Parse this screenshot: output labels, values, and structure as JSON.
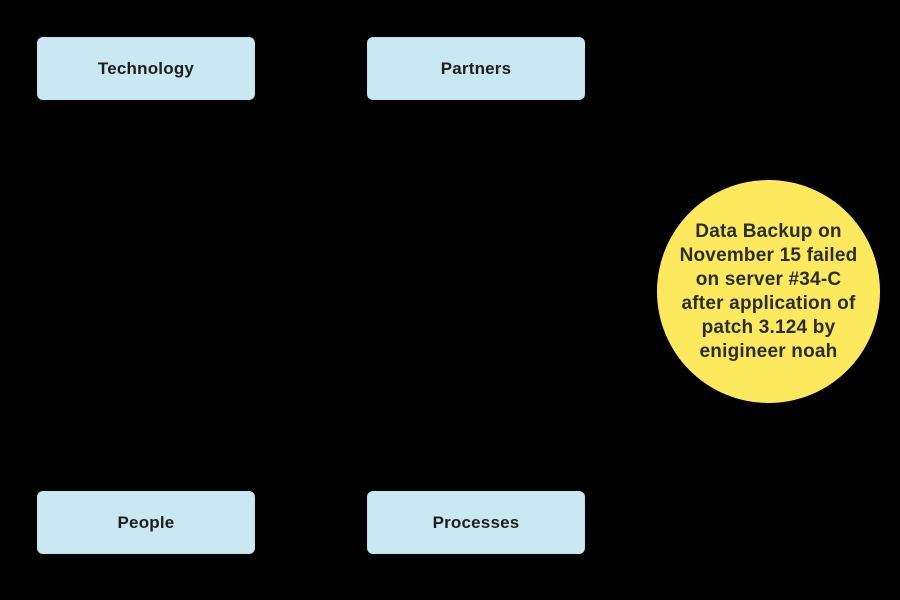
{
  "canvas": {
    "background_color": "#000000"
  },
  "shapes": {
    "boxes": [
      {
        "id": "technology",
        "label": "Technology",
        "fill": "#c9e8f2",
        "text_color": "#1e1e1e"
      },
      {
        "id": "partners",
        "label": "Partners",
        "fill": "#c9e8f2",
        "text_color": "#1e1e1e"
      },
      {
        "id": "people",
        "label": "People",
        "fill": "#c9e8f2",
        "text_color": "#1e1e1e"
      },
      {
        "id": "processes",
        "label": "Processes",
        "fill": "#c9e8f2",
        "text_color": "#1e1e1e"
      }
    ],
    "note": {
      "shape": "circle",
      "fill": "#fce95d",
      "text_color": "#2d2d2d",
      "lines": [
        "Data Backup on",
        "November 15 failed",
        "on server #34-C",
        "after application of",
        "patch 3.124 by",
        "enigineer noah"
      ],
      "text": "Data Backup on November 15 failed on server #34-C after application of patch 3.124 by enigineer noah"
    }
  }
}
